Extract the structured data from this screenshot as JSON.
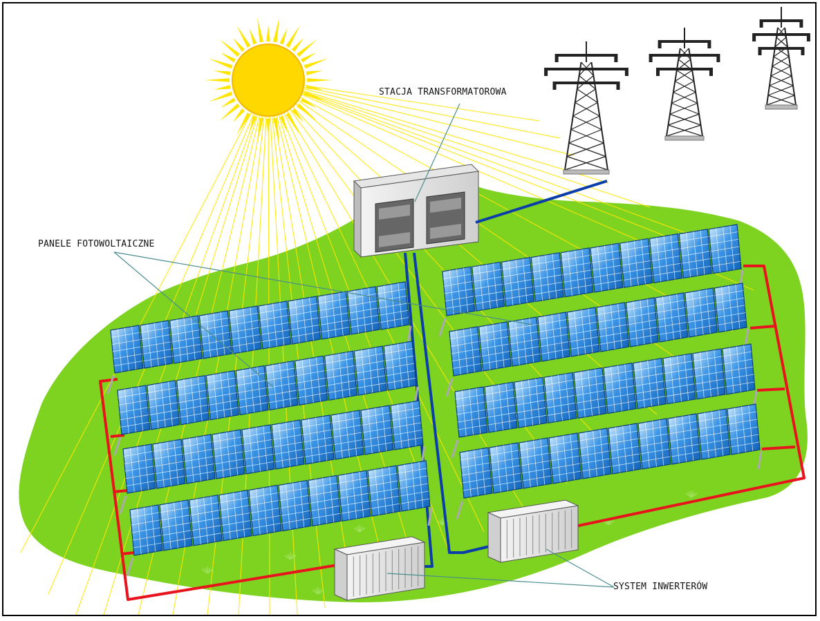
{
  "labels": {
    "transformer_station": "STACJA TRANSFORMATOROWA",
    "pv_panels": "PANELE FOTOWOLTAICZNE",
    "inverter_system": "SYSTEM INWERTERÓW"
  },
  "colors": {
    "sun": "#ffe600",
    "sun_core": "#ffd800",
    "ground": "#7ed321",
    "panel": "#2a7fd4",
    "panel_light": "#bfe4ff",
    "dc_cable": "#e8141d",
    "ac_cable": "#0b3ea8",
    "leader_line": "#4a8c8c"
  }
}
